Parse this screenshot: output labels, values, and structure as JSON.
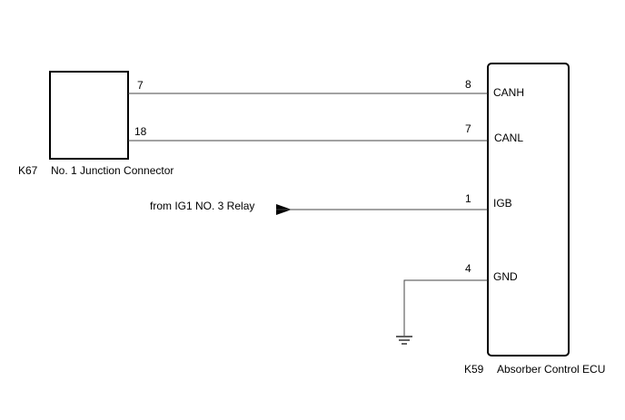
{
  "junction_connector": {
    "code": "K67",
    "name": "No. 1 Junction Connector",
    "pins": {
      "canh": "7",
      "canl": "18"
    }
  },
  "ecu": {
    "code": "K59",
    "name": "Absorber Control ECU",
    "pins": {
      "canh": {
        "number": "8",
        "label": "CANH"
      },
      "canl": {
        "number": "7",
        "label": "CANL"
      },
      "igb": {
        "number": "1",
        "label": "IGB"
      },
      "gnd": {
        "number": "4",
        "label": "GND"
      }
    }
  },
  "power_source": {
    "label": "from IG1 NO. 3 Relay"
  }
}
